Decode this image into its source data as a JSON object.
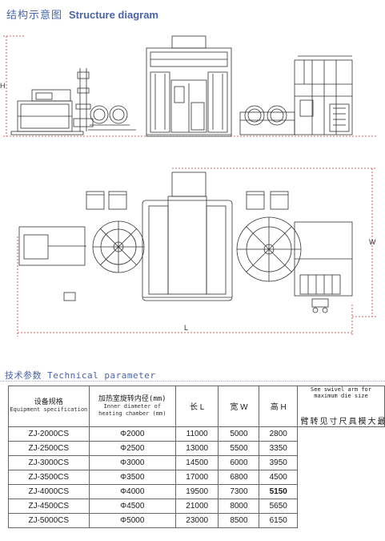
{
  "title": {
    "cn": "结构示意图",
    "en": "Structure diagram"
  },
  "drawing": {
    "height_label": "H",
    "width_label": "W",
    "length_label": "L"
  },
  "tech": {
    "title": "技术参数 Technical parameter"
  },
  "table": {
    "headers": {
      "spec_cn": "设备规格",
      "spec_en": "Equipment specification",
      "dia_cn": "加热室旋转内径(mm)",
      "dia_en1": "Inner diameter of",
      "dia_en2": "heating chamber (mm)",
      "length": "长 L",
      "width": "宽 W",
      "height": "高 H"
    },
    "note": {
      "en": "See swivel arm for maximum die size",
      "cn": "最大模具尺寸见转臂"
    },
    "rows": [
      {
        "model": "ZJ-2000CS",
        "diameter": "Φ2000",
        "L": "11000",
        "W": "5000",
        "H": "2800"
      },
      {
        "model": "ZJ-2500CS",
        "diameter": "Φ2500",
        "L": "13000",
        "W": "5500",
        "H": "3350"
      },
      {
        "model": "ZJ-3000CS",
        "diameter": "Φ3000",
        "L": "14500",
        "W": "6000",
        "H": "3950"
      },
      {
        "model": "ZJ-3500CS",
        "diameter": "Φ3500",
        "L": "17000",
        "W": "6800",
        "H": "4500"
      },
      {
        "model": "ZJ-4000CS",
        "diameter": "Φ4000",
        "L": "19500",
        "W": "7300",
        "H": "5150"
      },
      {
        "model": "ZJ-4500CS",
        "diameter": "Φ4500",
        "L": "21000",
        "W": "8000",
        "H": "5650"
      },
      {
        "model": "ZJ-5000CS",
        "diameter": "Φ5000",
        "L": "23000",
        "W": "8500",
        "H": "6150"
      }
    ]
  }
}
